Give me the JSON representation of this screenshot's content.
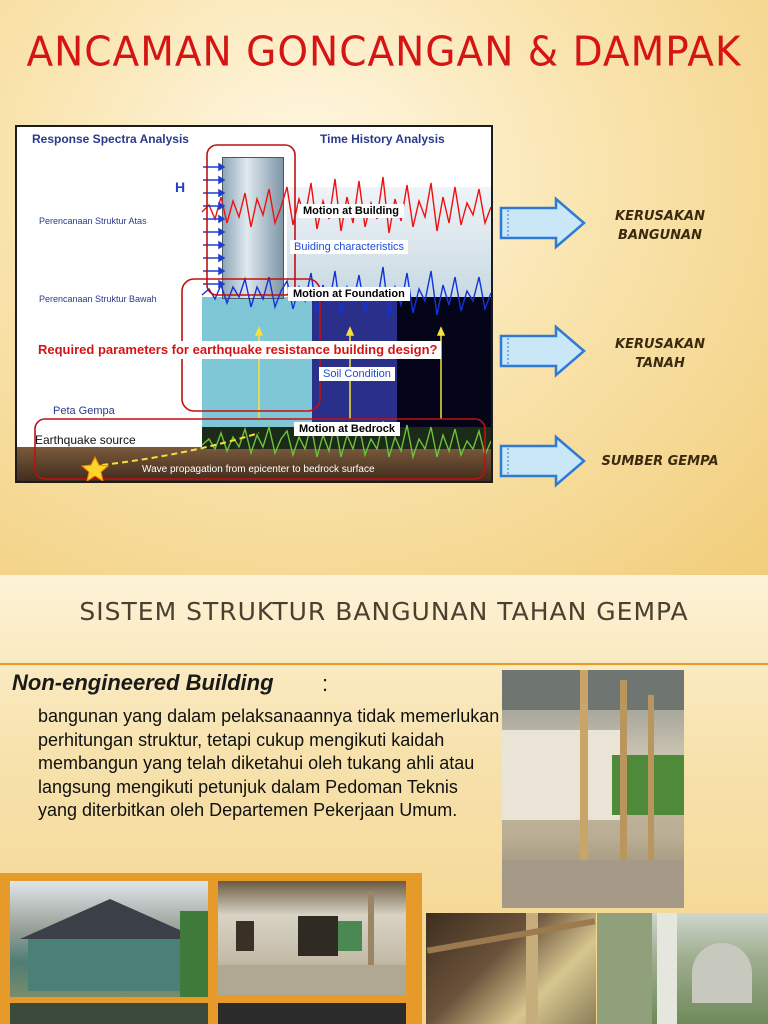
{
  "slide1": {
    "title": "ANCAMAN GONCANGAN & DAMPAK",
    "diagram": {
      "left_header": "Response Spectra Analysis",
      "right_header": "Time History Analysis",
      "h_label": "H",
      "side_labels": {
        "upper": "Perencanaan Struktur Atas",
        "lower": "Perencanaan Struktur Bawah",
        "map": "Peta Gempa",
        "source": "Earthquake source"
      },
      "boxes": {
        "building": "Motion at Building",
        "characteristics": "Buiding characteristics",
        "foundation": "Motion at Foundation",
        "soil": "Soil Condition",
        "bedrock": "Motion at Bedrock"
      },
      "required": "Required parameters for earthquake resistance building design?",
      "propagation": "Wave propagation from epicenter to bedrock surface"
    },
    "impacts": [
      {
        "label_line1": "KERUSAKAN",
        "label_line2": "BANGUNAN"
      },
      {
        "label_line1": "KERUSAKAN",
        "label_line2": "TANAH"
      },
      {
        "label_line1": "SUMBER GEMPA",
        "label_line2": ""
      }
    ]
  },
  "slide2": {
    "title": "SISTEM STRUKTUR BANGUNAN TAHAN GEMPA",
    "term": "Non-engineered Building",
    "colon": ":",
    "definition": "bangunan yang dalam pelaksanaannya tidak memerlukan perhitungan struktur, tetapi cukup mengikuti kaidah membangun yang telah diketahui oleh tukang ahli atau langsung mengikuti petunjuk dalam Pedoman Teknis yang diterbitkan oleh Departemen Pekerjaan Umum."
  },
  "colors": {
    "title_red": "#d51414",
    "accent_orange": "#e59a2a",
    "arrow_blue": "#2e7bd6",
    "building_box_red": "#c01010"
  }
}
